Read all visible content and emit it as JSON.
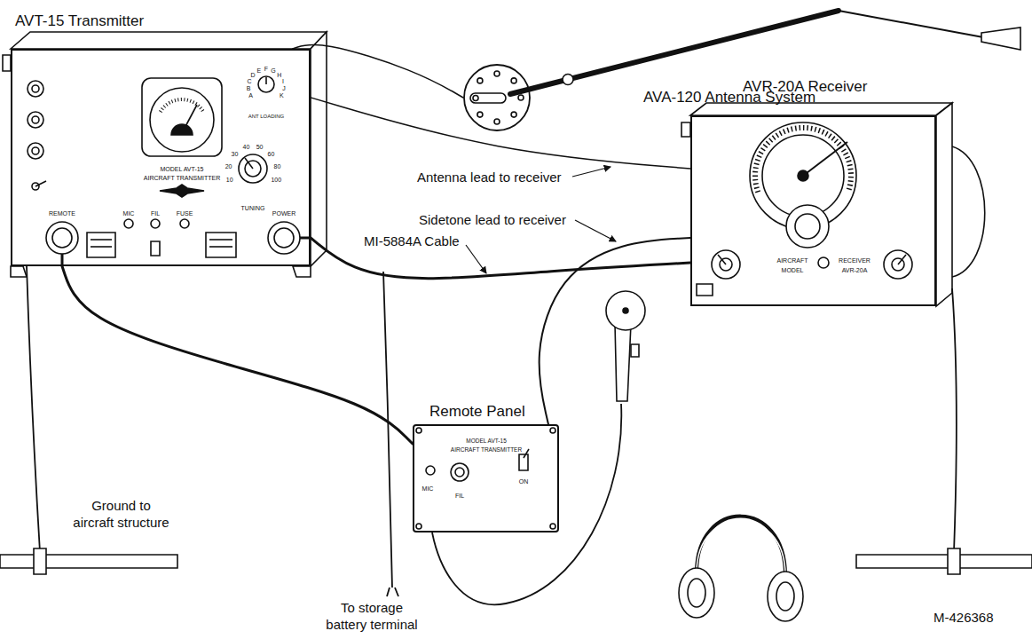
{
  "diagram": {
    "nodes": [
      {
        "text": [
          "AVT-15 Transmitter"
        ]
      },
      {
        "text": [
          "AVA-120 Antenna System"
        ]
      },
      {
        "text": [
          "AVR-20A Receiver"
        ]
      },
      {
        "text": [
          "Remote Panel"
        ]
      }
    ],
    "edges": [
      {
        "from": 1,
        "to": 0,
        "arrow": "none"
      },
      {
        "from": 0,
        "to": 2,
        "label": "Antenna lead to receiver",
        "arrow": "none"
      },
      {
        "from": 3,
        "to": 2,
        "label": "Sidetone lead to receiver",
        "arrow": "none"
      },
      {
        "from": 0,
        "to": 2,
        "label": "MI-5884A Cable",
        "arrow": "none"
      },
      {
        "from": 0,
        "to": 3,
        "arrow": "none"
      }
    ],
    "labels": [
      "Ground to aircraft structure",
      "To storage battery terminal",
      "M-426368",
      "MODEL AVT-15",
      "AIRCRAFT TRANSMITTER",
      "ANT LOADING",
      "A",
      "B",
      "C",
      "D",
      "E",
      "F",
      "G",
      "H",
      "I",
      "J",
      "K",
      "TUNING",
      "10",
      "20",
      "30",
      "40",
      "50",
      "60",
      "80",
      "100",
      "REMOTE",
      "MIC",
      "FIL",
      "FUSE",
      "POWER",
      "AIRCRAFT",
      "MODEL",
      "RECEIVER",
      "AVR-20A",
      "MODEL AVT-15",
      "AIRCRAFT TRANSMITTER",
      "MIC",
      "FIL",
      "ON"
    ]
  }
}
